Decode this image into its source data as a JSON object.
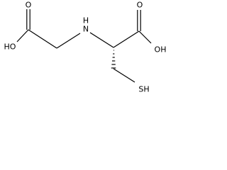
{
  "structure": {
    "atoms": {
      "o_top_left": "O",
      "oh_left": "HO",
      "nh": "H",
      "n": "N",
      "o_top_right": "O",
      "oh_right": "OH",
      "sh": "SH"
    },
    "stereo": "hashed-wedge",
    "colors": {
      "bond": "#000000",
      "background": "#ffffff"
    }
  }
}
